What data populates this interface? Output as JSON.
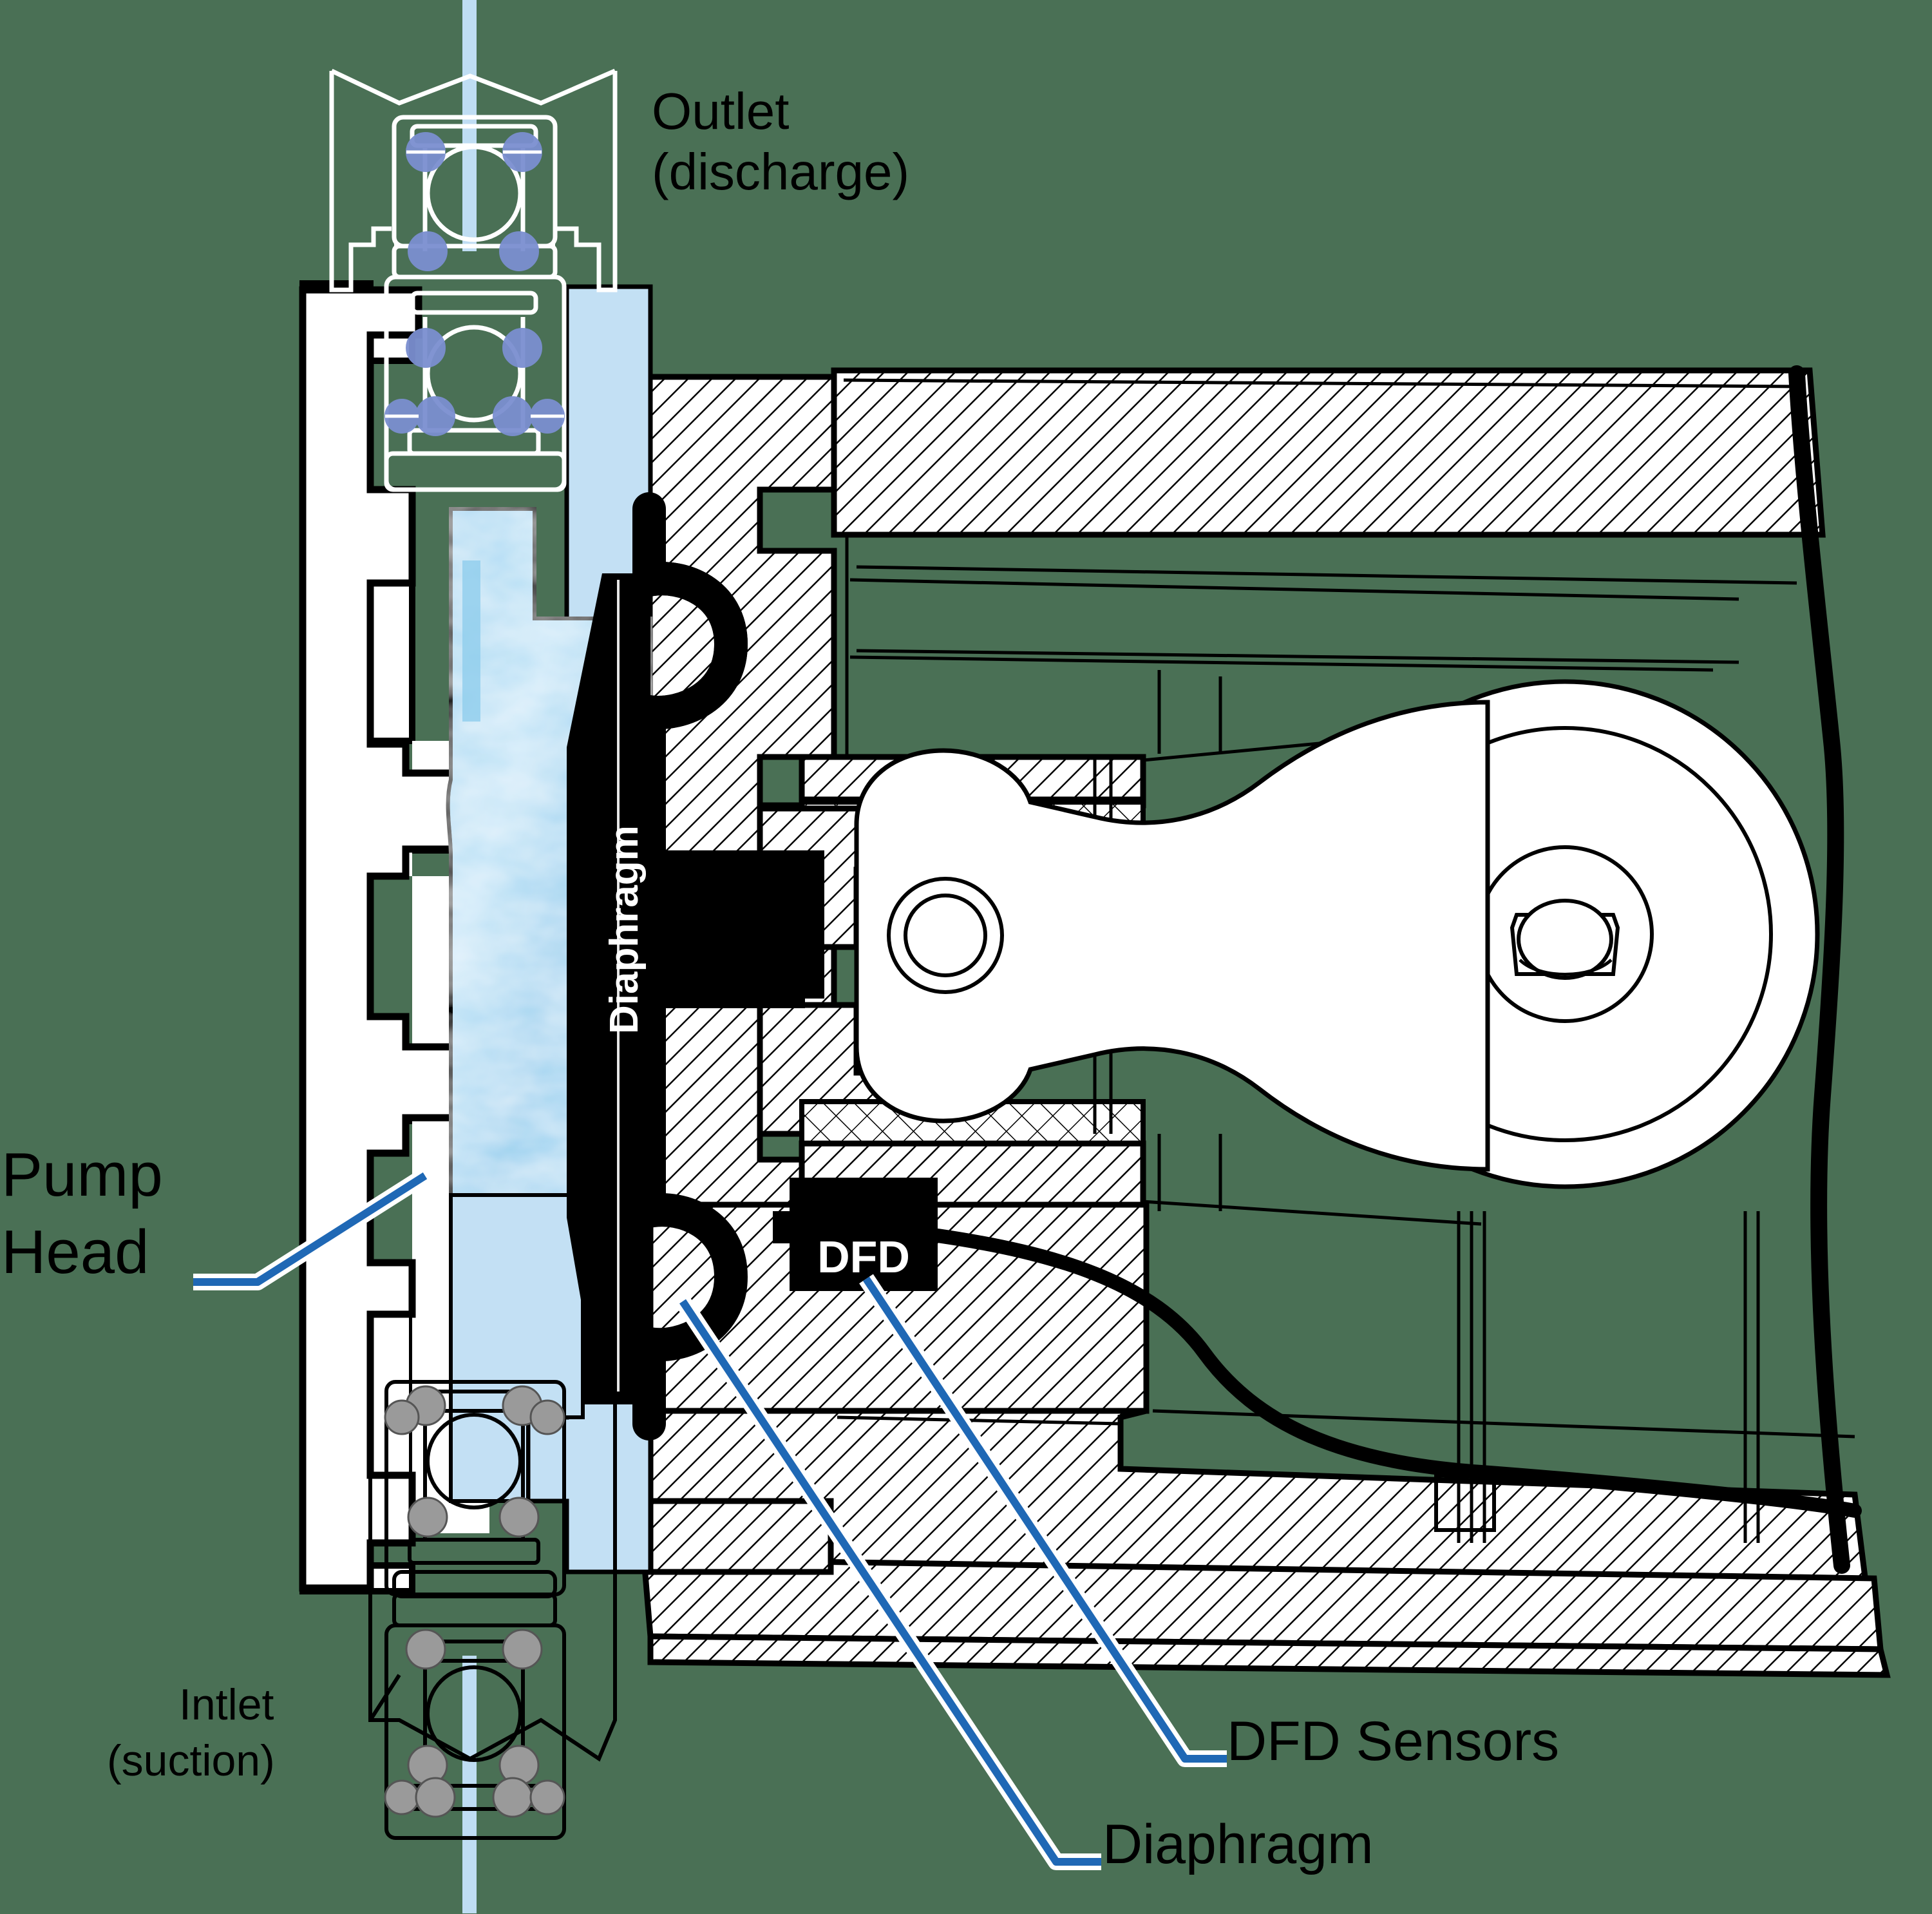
{
  "diagram": {
    "title": "Diaphragm metering pump cross-section",
    "background_color": "#4a7055",
    "labels": {
      "outlet_line1": "Outlet",
      "outlet_line2": "(discharge)",
      "inlet_line1": "Intlet",
      "inlet_line2": "(suction)",
      "pump_head_line1": "Pump",
      "pump_head_line2": "Head",
      "diaphragm_vertical": "Diaphragm",
      "dfd_badge": "DFD",
      "dfd_sensors": "DFD Sensors",
      "diaphragm_callout": "Diaphragm"
    },
    "colors": {
      "background": "#4a7055",
      "leader_line": "#1f68b5",
      "leader_halo": "#ffffff",
      "fluid": "#9fd3f0",
      "fluid_light": "#c3e0f4",
      "metal_fill": "#ffffff",
      "hatch_line": "#000000",
      "seal_ball_outlet": "#7b8fd0",
      "seal_ball_inlet": "#9a9a9a",
      "diaphragm": "#000000",
      "badge_text": "#ffffff"
    },
    "components": [
      {
        "name": "outlet-valve-cartridge",
        "note": "double ball check valve, discharge side"
      },
      {
        "name": "inlet-valve-cartridge",
        "note": "double ball check valve, suction side"
      },
      {
        "name": "pump-head-body",
        "note": "white sectioned plastic head"
      },
      {
        "name": "process-fluid-chamber",
        "note": "light blue liquid volume"
      },
      {
        "name": "diaphragm",
        "note": "black flexible membrane with convolutions"
      },
      {
        "name": "dfd-sensor",
        "note": "diaphragm failure detection sensor with cable"
      },
      {
        "name": "gearbox-housing",
        "note": "cross-hatched cast housing"
      },
      {
        "name": "connecting-rod",
        "note": "pushrod driving diaphragm"
      },
      {
        "name": "eccentric-cam",
        "note": "round drive cam / flywheel"
      },
      {
        "name": "sensor-cable",
        "note": "routed black cable"
      }
    ]
  }
}
